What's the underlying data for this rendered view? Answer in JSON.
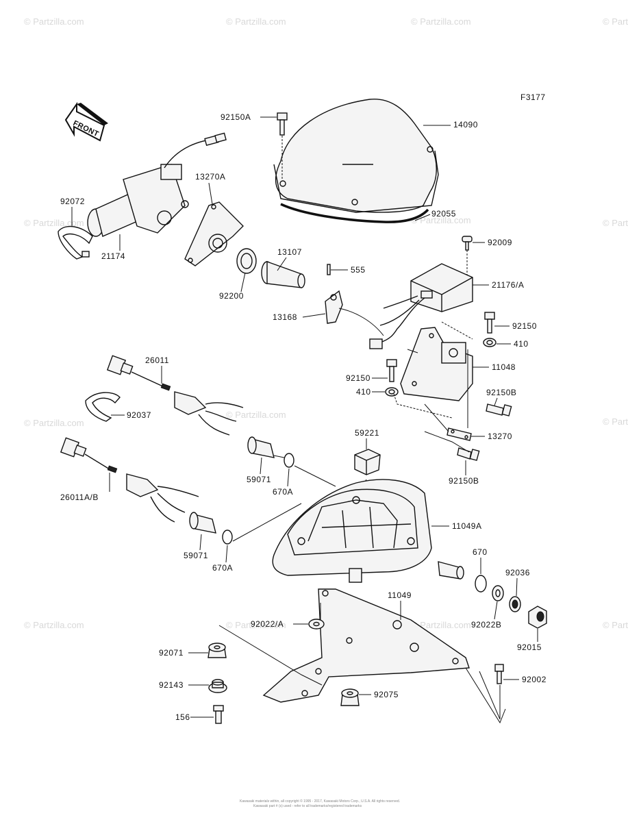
{
  "figure_code": "F3177",
  "front_label": "FRONT",
  "watermark": "© Partzilla.com",
  "footer": [
    "Kawasaki materials within, all copyright © 1995 - 2017, Kawasaki Motors Corp., U.S.A. All rights reserved.",
    "Kawasaki part # (s) used - refer to all trademarks/registered trademarks"
  ],
  "labels": {
    "l92150A": "92150A",
    "l14090": "14090",
    "l92055": "92055",
    "l92072": "92072",
    "l21174": "21174",
    "l13270A": "13270A",
    "l13107": "13107",
    "l92200": "92200",
    "l555": "555",
    "l13168": "13168",
    "l92009": "92009",
    "l21176": "21176/A",
    "l92150a": "92150",
    "l410a": "410",
    "l11048": "11048",
    "l92150b": "92150",
    "l410b": "410",
    "l92150Ba": "92150B",
    "l13270": "13270",
    "l92150Bb": "92150B",
    "l26011": "26011",
    "l92037": "92037",
    "l59221": "59221",
    "l59071a": "59071",
    "l670Aa": "670A",
    "l26011AB": "26011A/B",
    "l11049A": "11049A",
    "l59071b": "59071",
    "l670Ab": "670A",
    "l670": "670",
    "l92036": "92036",
    "l11049": "11049",
    "l92022A": "92022/A",
    "l92022B": "92022B",
    "l92015": "92015",
    "l92071": "92071",
    "l92002": "92002",
    "l92143": "92143",
    "l92075": "92075",
    "l156": "156"
  }
}
